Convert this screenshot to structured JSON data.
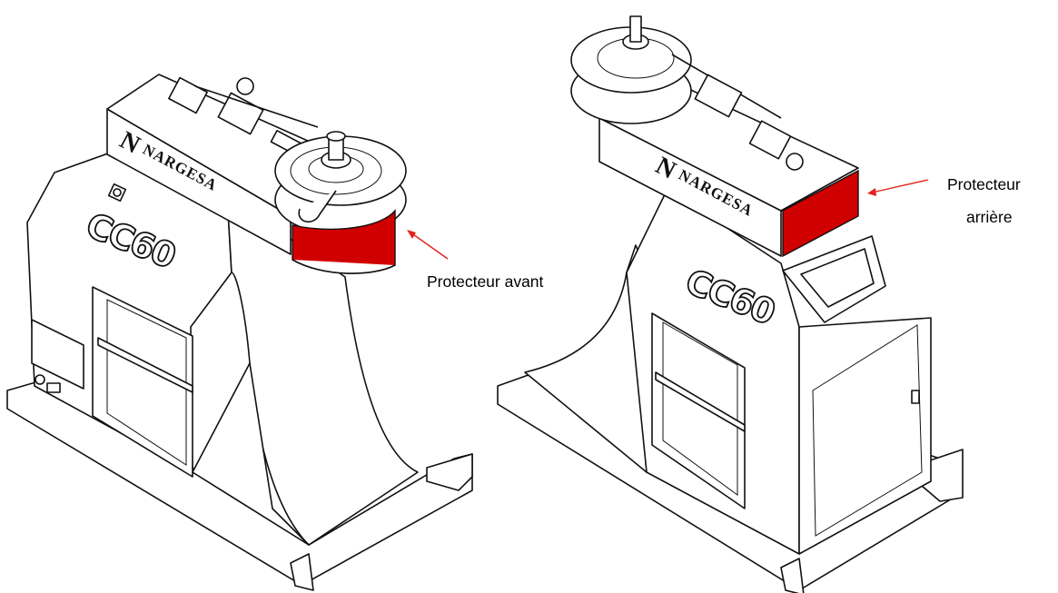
{
  "colors": {
    "guard": "#d00000",
    "line": "#111111",
    "arrow": "#e2231a",
    "background": "#ffffff"
  },
  "machines": [
    {
      "view": "front",
      "brand": "NARGESA",
      "brand_initial": "N",
      "model": "CC60",
      "guard_label": "Protecteur avant"
    },
    {
      "view": "rear",
      "brand": "NARGESA",
      "brand_initial": "N",
      "model": "CC60",
      "guard_label_line1": "Protecteur",
      "guard_label_line2": "arrière"
    }
  ]
}
